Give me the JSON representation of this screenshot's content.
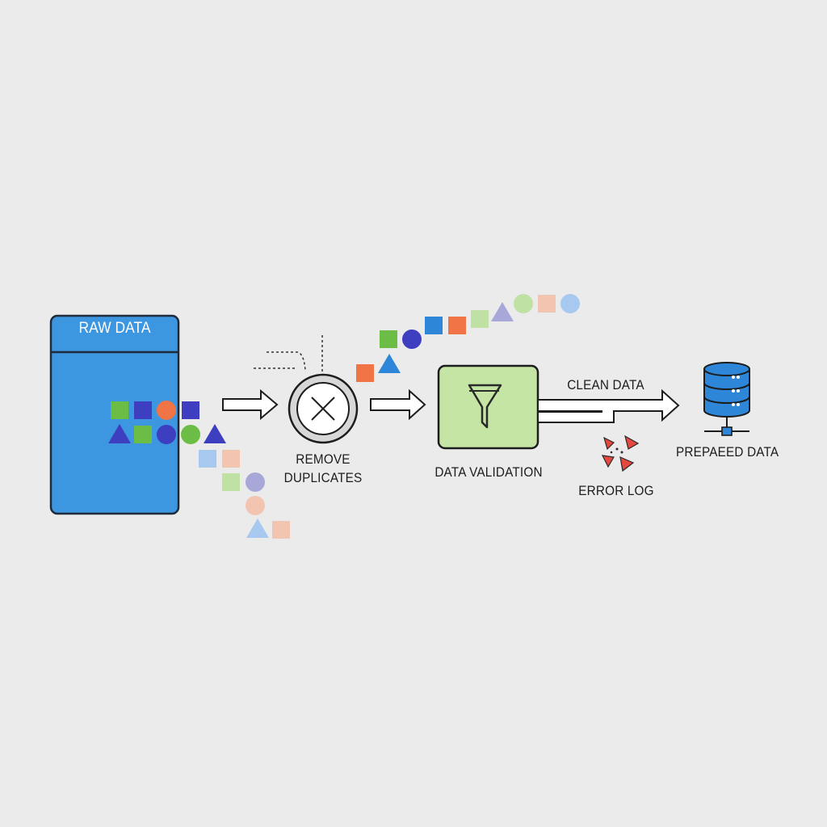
{
  "nodes": {
    "raw_data": {
      "label": "RAW DATA",
      "color": "#3d96e0"
    },
    "remove_duplicates": {
      "line1": "REMOVE",
      "line2": "DUPLICATES"
    },
    "data_validation": {
      "label": "DATA VALIDATION",
      "color": "#c5e5a4"
    },
    "clean_data": {
      "label": "CLEAN DATA"
    },
    "error_log": {
      "label": "ERROR LOG",
      "color": "#e5483e"
    },
    "prepared_data": {
      "label": "PREPAEED DATA",
      "color": "#2e86d8"
    }
  },
  "palette": {
    "green": "#6cbd45",
    "indigo": "#3d3ec0",
    "orange": "#f07445",
    "blue": "#2e86d8",
    "lavender": "#a7a7d8",
    "light_green": "#bfe1a3",
    "peach": "#f3c5b1",
    "light_blue": "#a7c9ef"
  }
}
